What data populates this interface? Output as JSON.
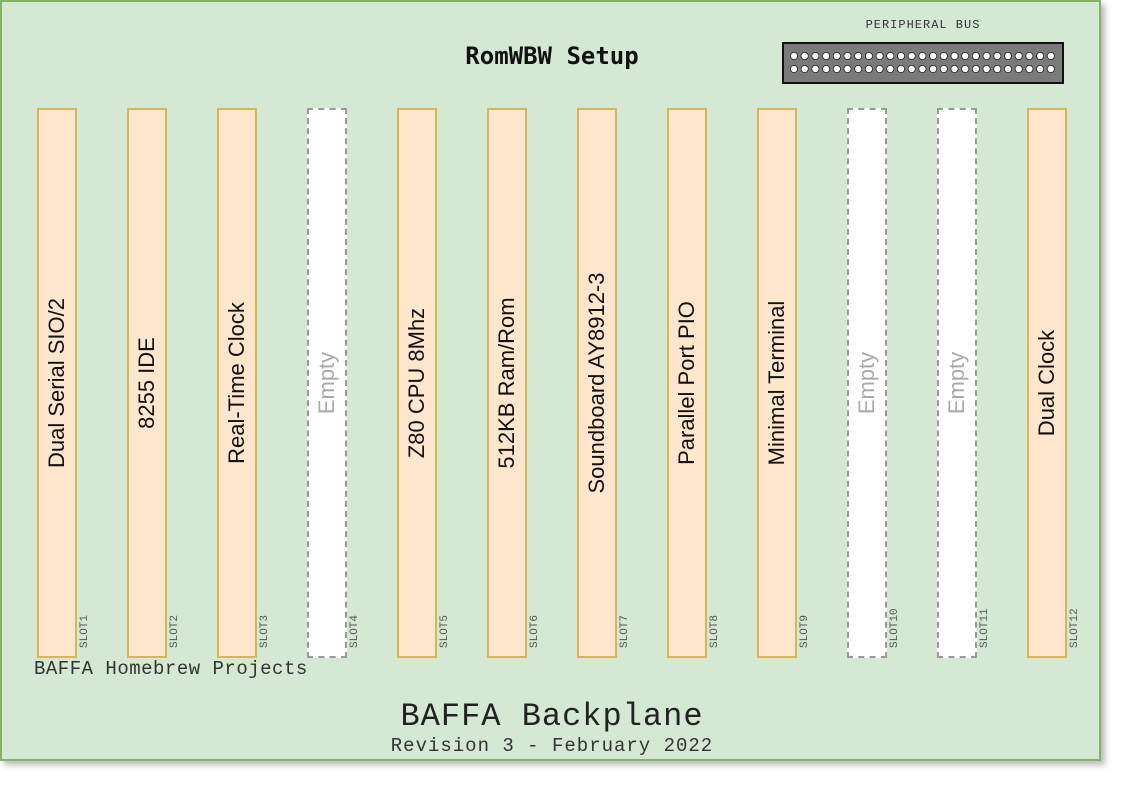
{
  "title": "RomWBW Setup",
  "peripheral_bus": {
    "label": "PERIPHERAL BUS",
    "pin_columns": 25,
    "pin_rows": 2
  },
  "slots": [
    {
      "id": "SLOT1",
      "name": "Dual Serial SIO/2",
      "status": "filled"
    },
    {
      "id": "SLOT2",
      "name": "8255 IDE",
      "status": "filled"
    },
    {
      "id": "SLOT3",
      "name": "Real-Time Clock",
      "status": "filled"
    },
    {
      "id": "SLOT4",
      "name": "Empty",
      "status": "empty"
    },
    {
      "id": "SLOT5",
      "name": "Z80 CPU 8Mhz",
      "status": "filled"
    },
    {
      "id": "SLOT6",
      "name": "512KB Ram/Rom",
      "status": "filled"
    },
    {
      "id": "SLOT7",
      "name": "Soundboard AY8912-3",
      "status": "filled"
    },
    {
      "id": "SLOT8",
      "name": "Parallel Port PIO",
      "status": "filled"
    },
    {
      "id": "SLOT9",
      "name": "Minimal Terminal",
      "status": "filled"
    },
    {
      "id": "SLOT10",
      "name": "Empty",
      "status": "empty"
    },
    {
      "id": "SLOT11",
      "name": "Empty",
      "status": "empty"
    },
    {
      "id": "SLOT12",
      "name": "Dual Clock",
      "status": "filled"
    }
  ],
  "footer": {
    "company": "BAFFA Homebrew Projects",
    "board_title": "BAFFA Backplane",
    "revision": "Revision 3 - February 2022"
  },
  "colors": {
    "board_fill": "#d5e8d4",
    "board_border": "#82b366",
    "slot_fill": "#ffe6cc",
    "slot_border": "#d6b656",
    "empty_border": "#999999",
    "bus_fill": "#7a7a7a"
  }
}
